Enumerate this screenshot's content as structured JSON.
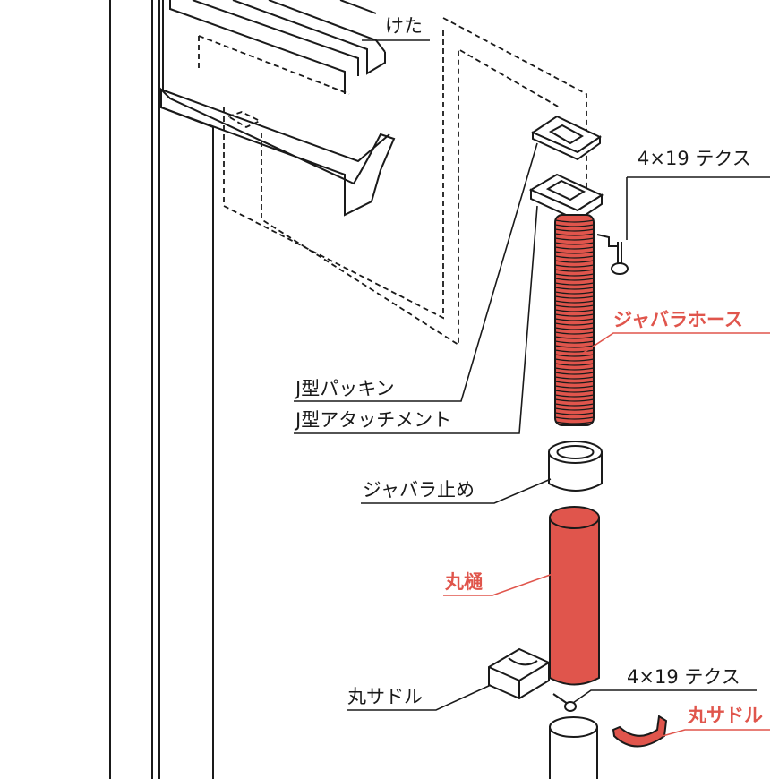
{
  "colors": {
    "accent": "#e0554c",
    "line": "#1a1a1a"
  },
  "labels": {
    "keta": "けた",
    "screw_top": "4×19 テクス",
    "jabara_hose": "ジャバラホース",
    "j_packing": "J型パッキン",
    "j_attachment": "J型アタッチメント",
    "jabara_stop": "ジャバラ止め",
    "maru_toi": "丸樋",
    "maru_saddle": "丸サドル",
    "screw_bottom": "4×19 テクス",
    "maru_saddle_red": "丸サドル"
  }
}
